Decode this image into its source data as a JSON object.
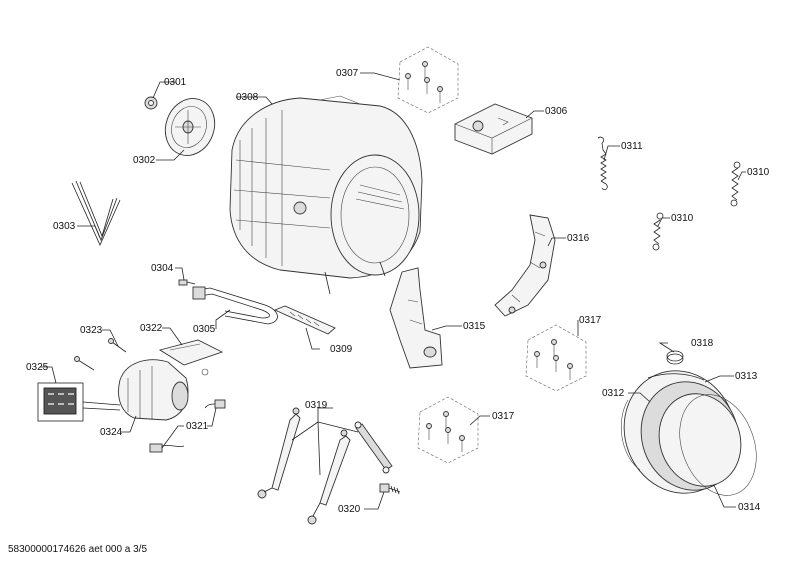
{
  "callouts": [
    {
      "id": "c0301",
      "text": "0301"
    },
    {
      "id": "c0302",
      "text": "0302"
    },
    {
      "id": "c0303",
      "text": "0303"
    },
    {
      "id": "c0304",
      "text": "0304"
    },
    {
      "id": "c0305",
      "text": "0305"
    },
    {
      "id": "c0306",
      "text": "0306"
    },
    {
      "id": "c0307",
      "text": "0307"
    },
    {
      "id": "c0308",
      "text": "0308"
    },
    {
      "id": "c0309",
      "text": "0309"
    },
    {
      "id": "c0310a",
      "text": "0310"
    },
    {
      "id": "c0310b",
      "text": "0310"
    },
    {
      "id": "c0311",
      "text": "0311"
    },
    {
      "id": "c0312",
      "text": "0312"
    },
    {
      "id": "c0313",
      "text": "0313"
    },
    {
      "id": "c0314",
      "text": "0314"
    },
    {
      "id": "c0315",
      "text": "0315"
    },
    {
      "id": "c0316",
      "text": "0316"
    },
    {
      "id": "c0317a",
      "text": "0317"
    },
    {
      "id": "c0317b",
      "text": "0317"
    },
    {
      "id": "c0318",
      "text": "0318"
    },
    {
      "id": "c0319",
      "text": "0319"
    },
    {
      "id": "c0320",
      "text": "0320"
    },
    {
      "id": "c0321",
      "text": "0321"
    },
    {
      "id": "c0322",
      "text": "0322"
    },
    {
      "id": "c0323",
      "text": "0323"
    },
    {
      "id": "c0324",
      "text": "0324"
    },
    {
      "id": "c0325",
      "text": "0325"
    }
  ],
  "footer": {
    "text": "58300000174626 aet 000 a 3/5"
  }
}
